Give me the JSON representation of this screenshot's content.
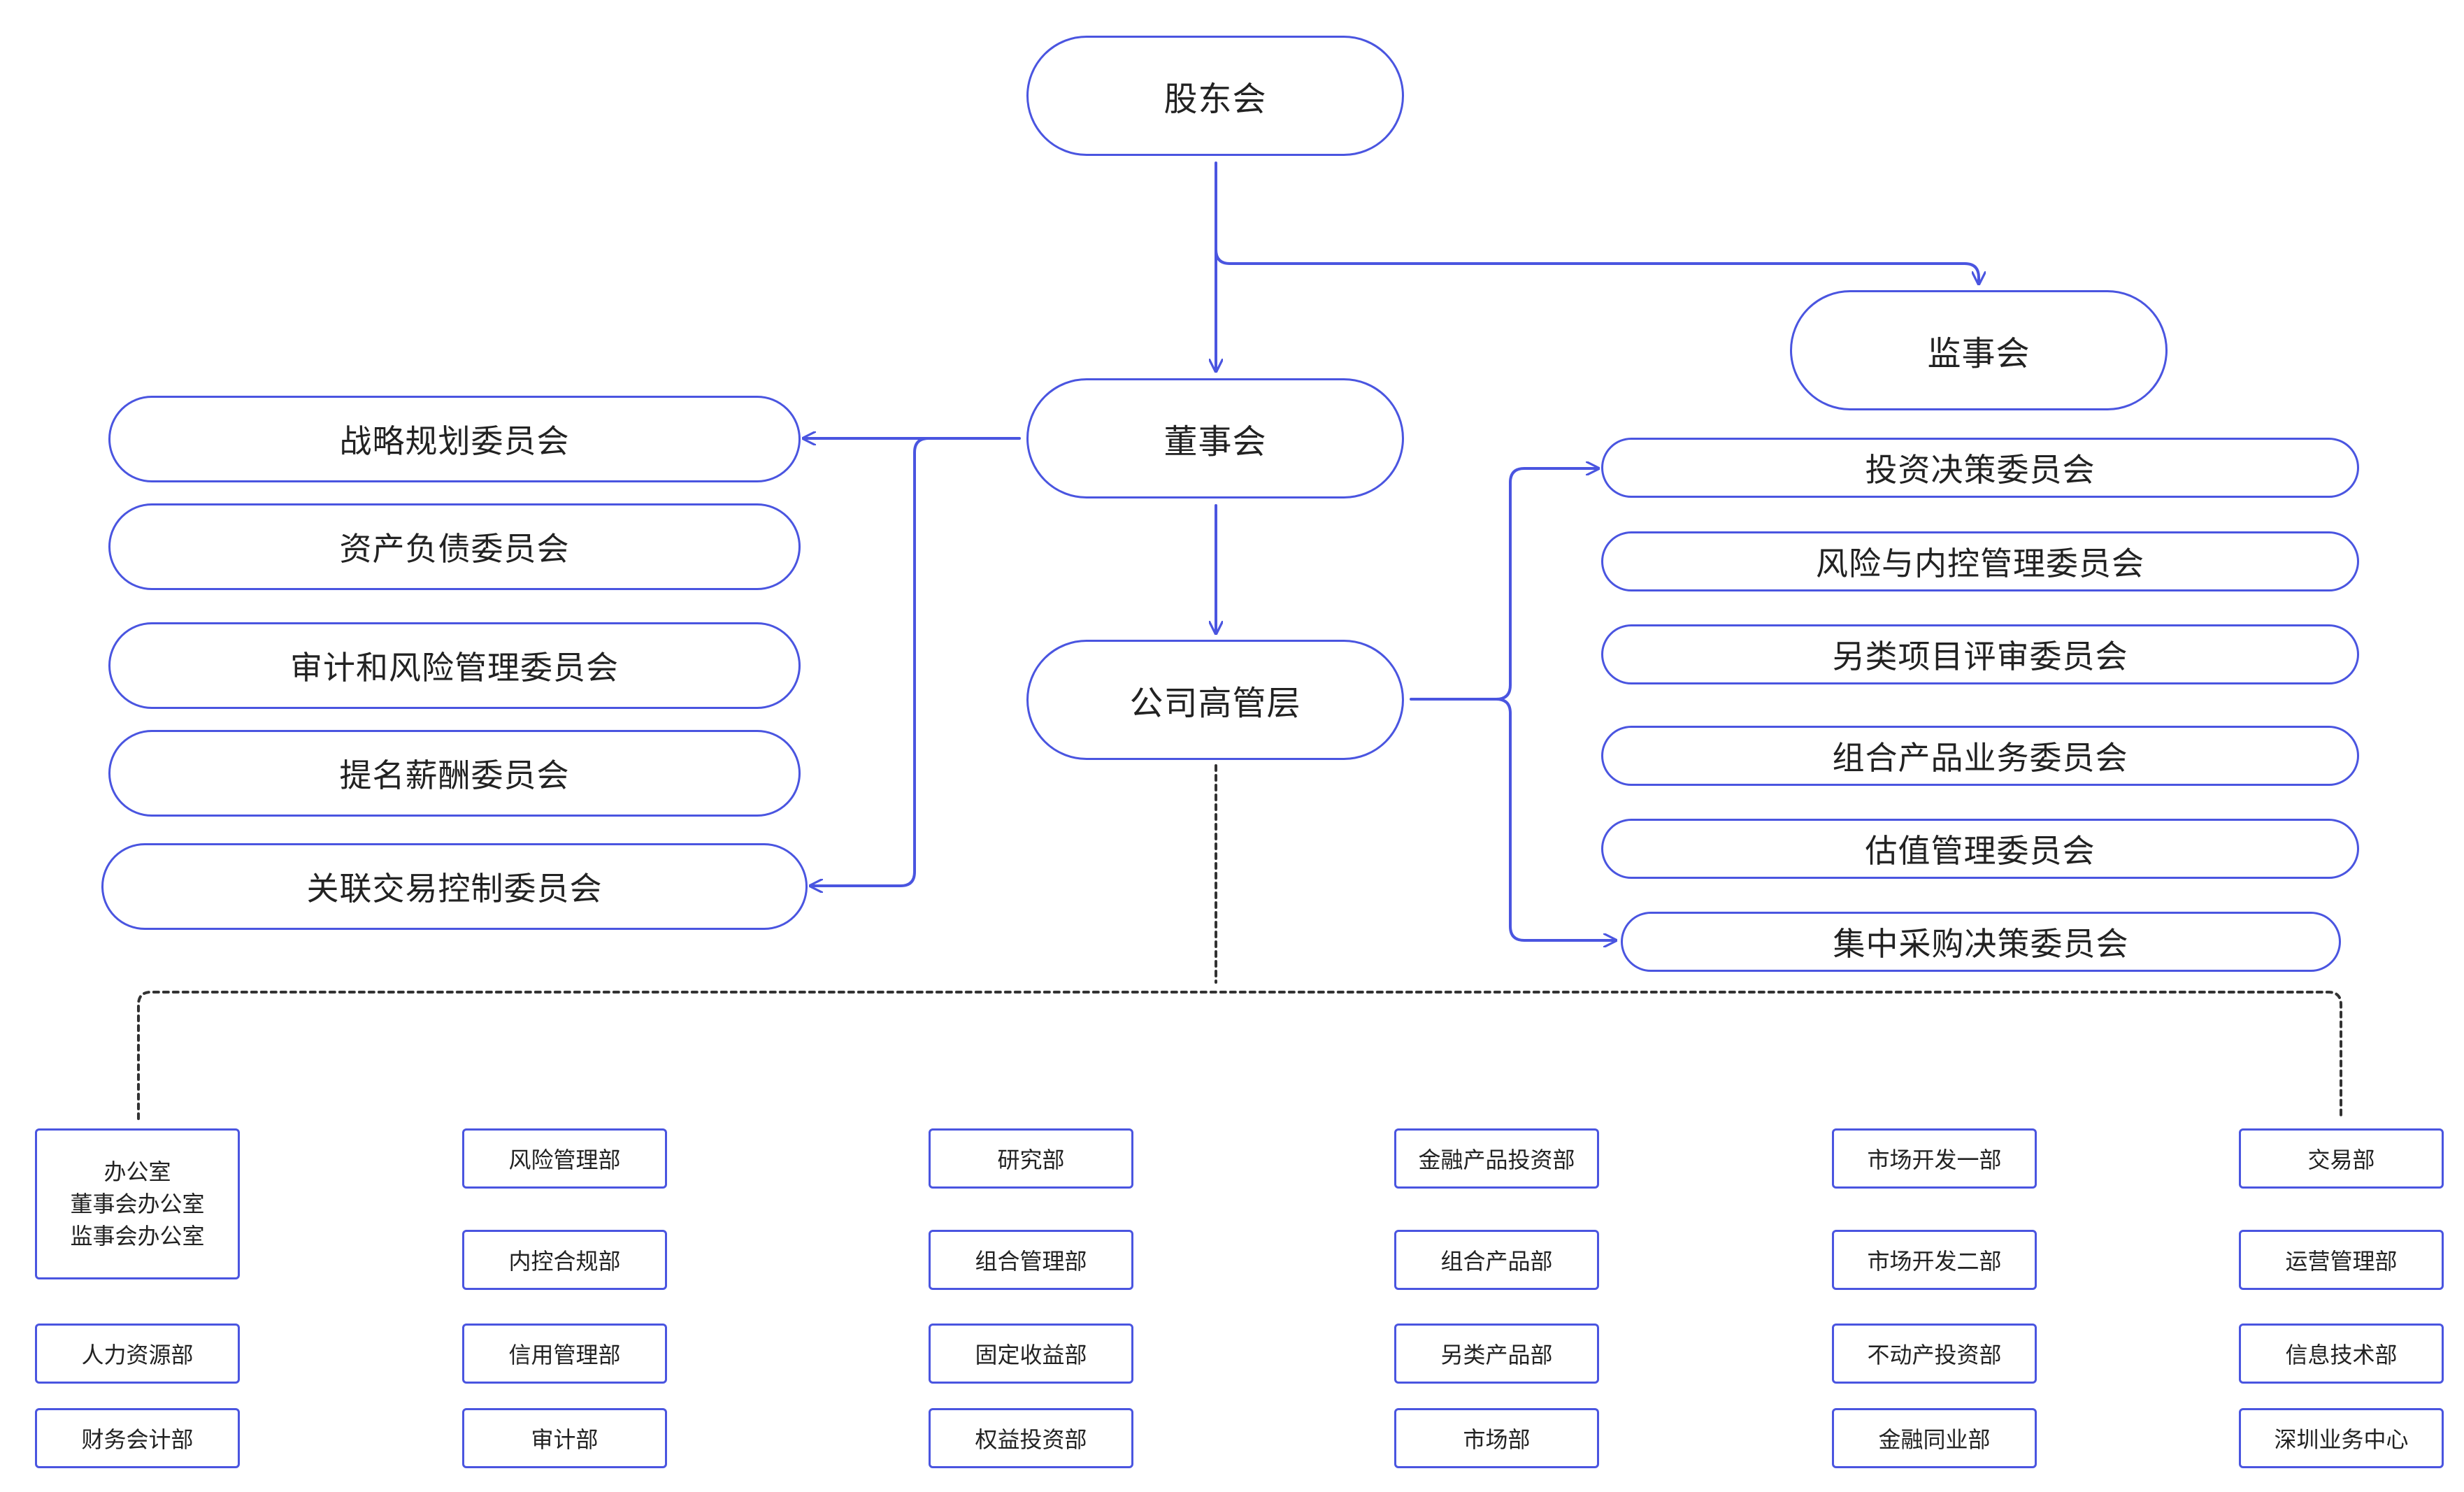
{
  "colors": {
    "line": "#4a55e0",
    "dotted": "#333333",
    "text": "#222222",
    "background": "#ffffff"
  },
  "top": {
    "shareholders": "股东会",
    "supervisors": "监事会",
    "board": "董事会",
    "management": "公司高管层"
  },
  "board_committees": [
    "战略规划委员会",
    "资产负债委员会",
    "审计和风险管理委员会",
    "提名薪酬委员会",
    "关联交易控制委员会"
  ],
  "management_committees": [
    "投资决策委员会",
    "风险与内控管理委员会",
    "另类项目评审委员会",
    "组合产品业务委员会",
    "估值管理委员会",
    "集中采购决策委员会"
  ],
  "departments": {
    "col1": {
      "office_lines": [
        "办公室",
        "董事会办公室",
        "监事会办公室"
      ],
      "items": [
        "人力资源部",
        "财务会计部"
      ]
    },
    "col2": [
      "风险管理部",
      "内控合规部",
      "信用管理部",
      "审计部"
    ],
    "col3": [
      "研究部",
      "组合管理部",
      "固定收益部",
      "权益投资部"
    ],
    "col4": [
      "金融产品投资部",
      "组合产品部",
      "另类产品部",
      "市场部"
    ],
    "col5": [
      "市场开发一部",
      "市场开发二部",
      "不动产投资部",
      "金融同业部"
    ],
    "col6": [
      "交易部",
      "运营管理部",
      "信息技术部",
      "深圳业务中心"
    ]
  }
}
